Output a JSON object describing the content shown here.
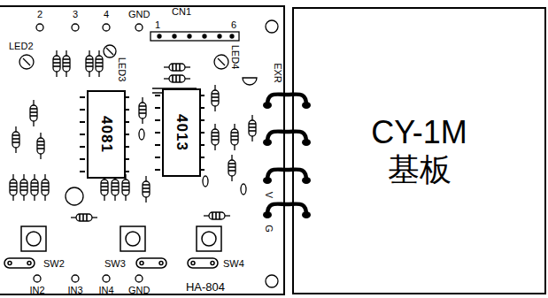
{
  "diagram": {
    "nodes": [
      {
        "text": [
          "HA-804"
        ]
      },
      {
        "text": [
          "4081"
        ],
        "in": 0
      },
      {
        "text": [
          "4013"
        ],
        "in": 0
      },
      {
        "text": [
          "CY-1M 基板"
        ]
      }
    ],
    "edges": [
      {
        "from": 0,
        "to": 3,
        "arrow": "none"
      },
      {
        "from": 0,
        "to": 3,
        "arrow": "none"
      },
      {
        "from": 0,
        "to": 3,
        "arrow": "none"
      },
      {
        "from": 0,
        "to": 3,
        "arrow": "none"
      }
    ],
    "labels": [
      "2",
      "3",
      "4",
      "GND",
      "CN1",
      "1",
      "6",
      "LED2",
      "LED3",
      "LED4",
      "EXR",
      "V",
      "G",
      "SW2",
      "SW3",
      "SW4",
      "IN2",
      "IN3",
      "IN4",
      "GND"
    ]
  }
}
